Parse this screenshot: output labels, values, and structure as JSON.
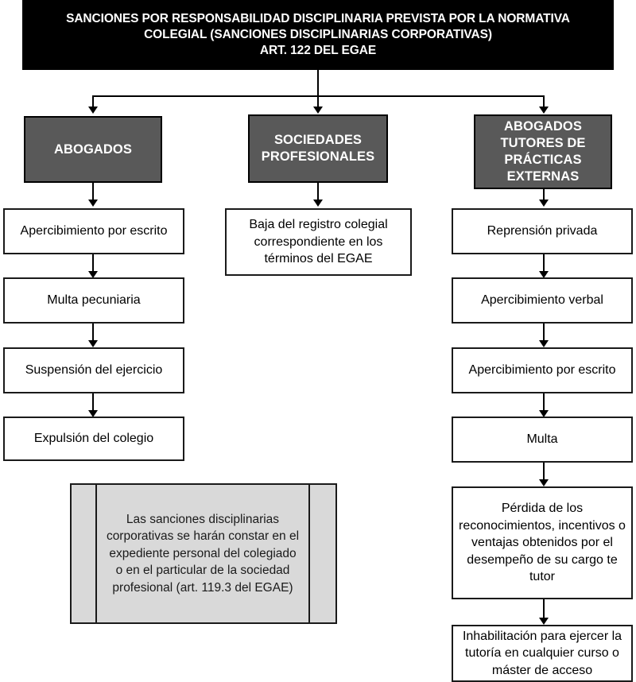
{
  "diagram": {
    "title_box": {
      "line1": "SANCIONES POR RESPONSABILIDAD DISCIPLINARIA PREVISTA POR LA NORMATIVA",
      "line2": "COLEGIAL (SANCIONES DISCIPLINARIAS CORPORATIVAS)",
      "line3": "ART. 122 DEL EGAE"
    },
    "colors": {
      "title_background": "#000000",
      "title_text": "#ffffff",
      "category_background": "#595959",
      "category_text": "#ffffff",
      "step_background": "#ffffff",
      "step_border": "#1a1a1a",
      "note_background": "#d9d9d9",
      "connector": "#000000"
    },
    "columns": [
      {
        "category": {
          "line1": "ABOGADOS"
        },
        "steps": [
          "Apercibimiento por escrito",
          "Multa pecuniaria",
          "Suspensión del ejercicio",
          "Expulsión del colegio"
        ]
      },
      {
        "category": {
          "line1": "SOCIEDADES",
          "line2": "PROFESIONALES"
        },
        "steps": [
          "Baja del registro colegial correspondiente en los términos del EGAE"
        ]
      },
      {
        "category": {
          "line1": "ABOGADOS",
          "line2": "TUTORES DE",
          "line3": "PRÁCTICAS",
          "line4": "EXTERNAS"
        },
        "steps": [
          "Reprensión privada",
          "Apercibimiento verbal",
          "Apercibimiento por escrito",
          "Multa",
          "Pérdida de los reconocimientos, incentivos o ventajas obtenidos por el desempeño de su cargo te tutor",
          "Inhabilitación para ejercer la tutoría en cualquier curso o máster de acceso"
        ]
      }
    ],
    "note": {
      "text": "Las sanciones disciplinarias corporativas se harán constar en el expediente personal del colegiado o en el particular de la sociedad profesional (art. 119.3 del EGAE)"
    }
  }
}
